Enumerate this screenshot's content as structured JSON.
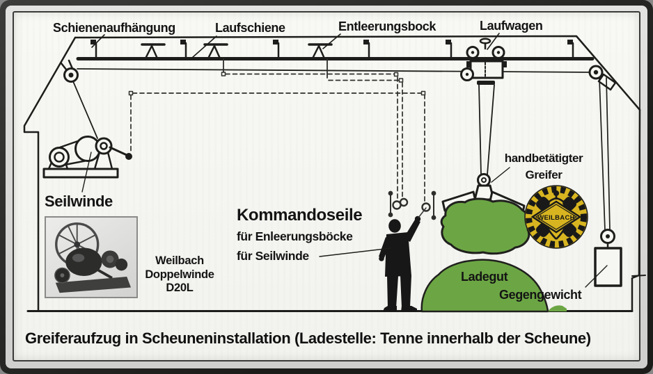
{
  "frame": {
    "caption": "Greiferaufzug in Scheuneninstallation (Ladestelle: Tenne innerhalb der Scheune)"
  },
  "top_labels": {
    "schienenaufhaengung": "Schienenaufhängung",
    "laufschiene": "Laufschiene",
    "entleerungsbock": "Entleerungsbock",
    "laufwagen": "Laufwagen"
  },
  "winch": {
    "label": "Seilwinde",
    "photo_caption_line1": "Weilbach",
    "photo_caption_line2": "Doppelwinde",
    "photo_caption_line3": "D20L"
  },
  "command_ropes": {
    "title": "Kommandoseile",
    "line1": "für Enleerungsböcke",
    "line2": "für Seilwinde"
  },
  "grab": {
    "label_line1": "handbetätigter",
    "label_line2": "Greifer"
  },
  "load": {
    "label": "Ladegut"
  },
  "counterweight": {
    "label": "Gegengewicht"
  },
  "logo": {
    "text": "WEILBACH"
  },
  "colors": {
    "load_green": "#6ca644",
    "logo_yellow": "#d8b520",
    "ink": "#1d1d1b"
  }
}
